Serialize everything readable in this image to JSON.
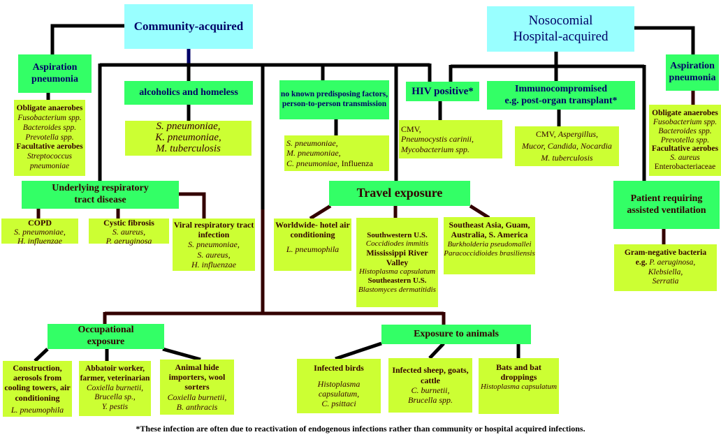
{
  "top": {
    "community": "Community-acquired",
    "nosocomial_1": "Nosocomial",
    "nosocomial_2": "Hospital-acquired"
  },
  "community": {
    "aspiration": {
      "title": "Aspiration pneumonia",
      "h1": "Obligate anaerobes",
      "o1": "Fusobacterium spp.",
      "o2": "Bacteroides spp.",
      "o3": "Prevotella spp.",
      "h2": "Facultative aerobes",
      "f1": "Streptococcus",
      "f2": "pneumoniae"
    },
    "alcoholics": {
      "title": "alcoholics and homeless",
      "l1": "S. pneumoniae,",
      "l2": "K. pneumoniae,",
      "l3": "M. tuberculosis"
    },
    "underlying": {
      "title": "Underlying respiratory tract disease",
      "copd": {
        "title": "COPD",
        "l1": "S. pneumoniae,",
        "l2": "H. influenzae"
      },
      "cf": {
        "title": "Cystic fibrosis",
        "l1": "S. aureus,",
        "l2": "P. aeruginosa"
      },
      "viral": {
        "title": "Viral respiratory tract infection",
        "l1": "S. pneumoniae,",
        "l2": "S. aureus,",
        "l3": "H. influenzae"
      }
    },
    "noknown": {
      "title": "no known predisposing factors, person-to-person transmission",
      "l1": "S. pneumoniae,",
      "l2": "M. pneumoniae,",
      "l3": "C. pneumoniae,",
      "l3b": " Influenza"
    },
    "travel": {
      "title": "Travel exposure",
      "world": {
        "title": "Worldwide- hotel air conditioning",
        "l1": "L. pneumophila"
      },
      "sw": {
        "h1": "Southwestern U.S.",
        "o1": "Coccidiodes immitis",
        "h2": "Mississippi River Valley",
        "o2": "Histoplasma capsulatum",
        "h3": "Southeastern U.S.",
        "o3": "Blastomyces dermatitidis"
      },
      "asia": {
        "title": "Southeast Asia, Guam, Australia, S. America",
        "l1": "Burkholderia pseudomallei",
        "l2": "Paracoccidioides brasiliensis"
      }
    },
    "occupational": {
      "title": "Occupational exposure",
      "construction": {
        "title": "Construction, aerosols from cooling towers, air conditioning",
        "l1": "L. pneumophila"
      },
      "abbatoir": {
        "title": "Abbatoir worker, farmer, veterinarian",
        "l1": "Coxiella burnetii,",
        "l2": "Brucella sp.,",
        "l3": "Y. pestis"
      },
      "hide": {
        "title": "Animal hide importers, wool sorters",
        "l1": "Coxiella burnetii,",
        "l2": "B. anthracis"
      }
    },
    "animals": {
      "title": "Exposure to animals",
      "birds": {
        "title": "Infected birds",
        "l1": "Histoplasma capsulatum,",
        "l2": "C. psittaci"
      },
      "sheep": {
        "title": "Infected sheep, goats, cattle",
        "l1": "C. burnetii,",
        "l2": "Brucella spp."
      },
      "bats": {
        "title": "Bats and bat droppings",
        "l1": "Histoplasma capsulatum"
      }
    }
  },
  "hospital": {
    "hiv": {
      "title": "HIV positive*",
      "l1": "CMV,",
      "l2": "Pneumocystis carinii,",
      "l3": "Mycobacterium spp."
    },
    "immuno": {
      "title1": "Immunocompromised",
      "title2": "e.g. post-organ transplant*",
      "l1a": "CMV,",
      "l1b": "Aspergillus,",
      "l2": "Mucor, Candida, Nocardia",
      "l3": "M. tuberculosis"
    },
    "aspiration": {
      "title": "Aspiration pneumonia",
      "h1": "Obligate anaerobes",
      "o1": "Fusobacterium spp.",
      "o2": "Bacteroides spp.",
      "o3": "Prevotella spp.",
      "h2": "Facultative aerobes",
      "f1": "S. aureus",
      "f2": "Enterobacteriaceae"
    },
    "ventilation": {
      "title": "Patient requiring assisted ventilation",
      "h1": "Gram-negative bacteria",
      "eg": "e.g.",
      "l1": "P. aeruginosa,",
      "l2": "Klebsiella,",
      "l3": "Serratia"
    }
  },
  "footnote": "*These infection are often due to reactivation of endogenous infections rather than community or hospital acquired infections.",
  "colors": {
    "category": "#33ff66",
    "detail": "#ccff33",
    "top": "#99ffff",
    "line": "#000000",
    "line_dark": "#330000"
  }
}
